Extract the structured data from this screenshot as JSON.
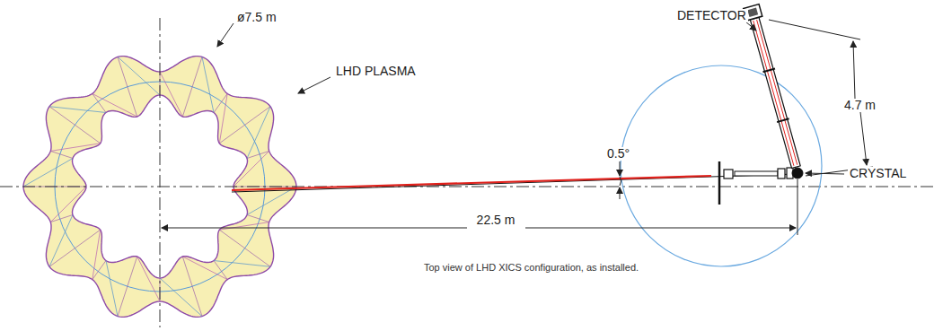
{
  "diagram": {
    "caption": "Top view of LHD XICS configuration, as installed.",
    "labels": [
      "ø7.5 m",
      "LHD PLASMA",
      "0.5°",
      "22.5 m",
      "DETECTOR",
      "4.7 m",
      "CRYSTAL"
    ]
  }
}
